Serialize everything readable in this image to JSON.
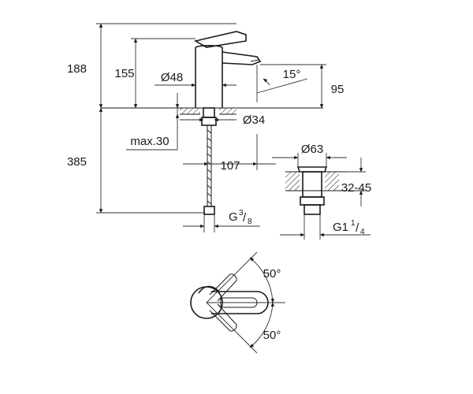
{
  "drawing": {
    "labels": {
      "height_total": "188",
      "height_spout": "155",
      "diameter_body": "Ø48",
      "spout_angle": "15°",
      "spout_height": "95",
      "diameter_hole": "Ø34",
      "max_thickness": "max.30",
      "hose_length": "385",
      "projection": "107",
      "diameter_waste": "Ø63",
      "waste_range": "32-45",
      "thread_hose": "G",
      "thread_hose_num": "3",
      "thread_hose_den": "8",
      "thread_waste": "G1",
      "thread_waste_num": "1",
      "thread_waste_den": "4",
      "lever_angle_up": "50°",
      "lever_angle_down": "50°"
    }
  }
}
